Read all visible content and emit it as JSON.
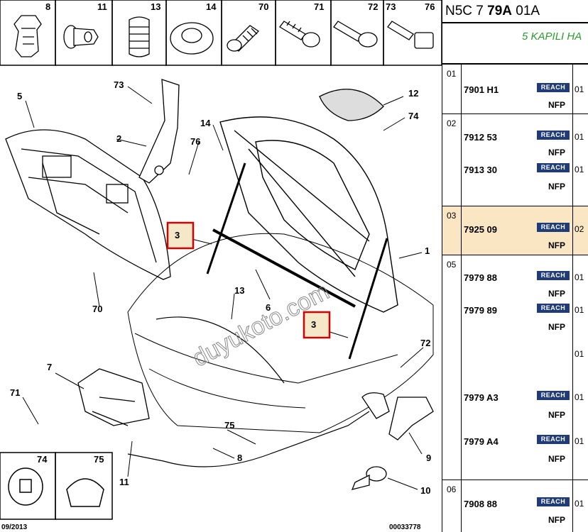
{
  "header_boxes": [
    "8",
    "11",
    "13",
    "14",
    "70",
    "71",
    "72",
    "73",
    "76"
  ],
  "callouts": [
    "5",
    "73",
    "2",
    "76",
    "14",
    "12",
    "74",
    "1",
    "3",
    "3",
    "13",
    "6",
    "70",
    "7",
    "71",
    "72",
    "75",
    "8",
    "9",
    "11",
    "10"
  ],
  "legend_boxes": [
    "74",
    "75"
  ],
  "footer": {
    "date": "09/2013",
    "code": "00033778"
  },
  "watermark": "duyukoto.com",
  "panel": {
    "title_pre": "N5C 7 ",
    "title_bold": "79A",
    "title_post": " 01A",
    "subtitle": "5 KAPILI HA",
    "badge": "REACH",
    "nfp": "NFP",
    "groups": [
      {
        "idx": "01",
        "rows": [
          {
            "ref": "7901 H1",
            "qty": "01"
          }
        ]
      },
      {
        "idx": "02",
        "rows": [
          {
            "ref": "7912 53",
            "qty": "01"
          },
          {
            "ref": "7913 30",
            "qty": "01"
          }
        ]
      },
      {
        "idx": "03",
        "rows": [
          {
            "ref": "7925 09",
            "qty": "02"
          }
        ]
      },
      {
        "idx": "05",
        "rows": [
          {
            "ref": "7979 88",
            "qty": "01"
          },
          {
            "ref": "7979 89",
            "qty": "01"
          },
          {
            "ref": "",
            "qty": "01"
          },
          {
            "ref": "7979 A3",
            "qty": "01"
          },
          {
            "ref": "7979 A4",
            "qty": "01"
          }
        ]
      },
      {
        "idx": "06",
        "rows": [
          {
            "ref": "7908 88",
            "qty": "01"
          }
        ]
      }
    ]
  }
}
